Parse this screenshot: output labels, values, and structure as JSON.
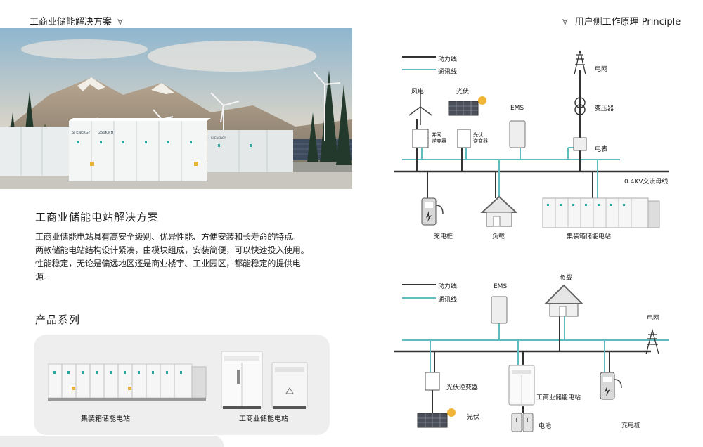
{
  "header": {
    "left_title": "工商业储能解决方案",
    "right_title": "用户侧工作原理 Principle"
  },
  "photo": {
    "container_brand": "SI ENERGY",
    "container_model": "250KWH"
  },
  "solution": {
    "title": "工商业储能电站解决方案",
    "lines": [
      "工商业储能电站具有高安全级别、优异性能、方便安装和长寿命的特点。",
      "两款储能电站结构设计紧凑，由模块组成，安装简便，可以快速投入使用。",
      "性能稳定，无论是偏远地区还是商业楼宇、工业园区，都能稳定的提供电",
      "源。"
    ]
  },
  "products": {
    "title": "产品系列",
    "items": [
      {
        "label": "集装箱储能电站"
      },
      {
        "label": "工商业储能电站"
      }
    ]
  },
  "diagram1": {
    "legend_power": "动力线",
    "legend_comm": "通讯线",
    "wind": "风电",
    "pv": "光伏",
    "grid_inverter_1": "并网",
    "grid_inverter_2": "逆变器",
    "pv_inverter_1": "光伏",
    "pv_inverter_2": "逆变器",
    "ems": "EMS",
    "grid": "电网",
    "transformer": "变压器",
    "meter": "电表",
    "ac_bus": "0.4KV交流母线",
    "charger": "充电桩",
    "load": "负载",
    "container_station": "集装箱储能电站"
  },
  "diagram2": {
    "legend_power": "动力线",
    "legend_comm": "通讯线",
    "ems": "EMS",
    "load": "负载",
    "grid": "电网",
    "pv_inverter": "光伏逆变器",
    "station": "工商业储能电站",
    "pv": "光伏",
    "battery": "电池",
    "charger": "充电桩"
  },
  "colors": {
    "power_line": "#333333",
    "comm_line": "#5fbcc0",
    "accent_teal": "#2aa6a0",
    "card_bg": "#efeeee"
  }
}
